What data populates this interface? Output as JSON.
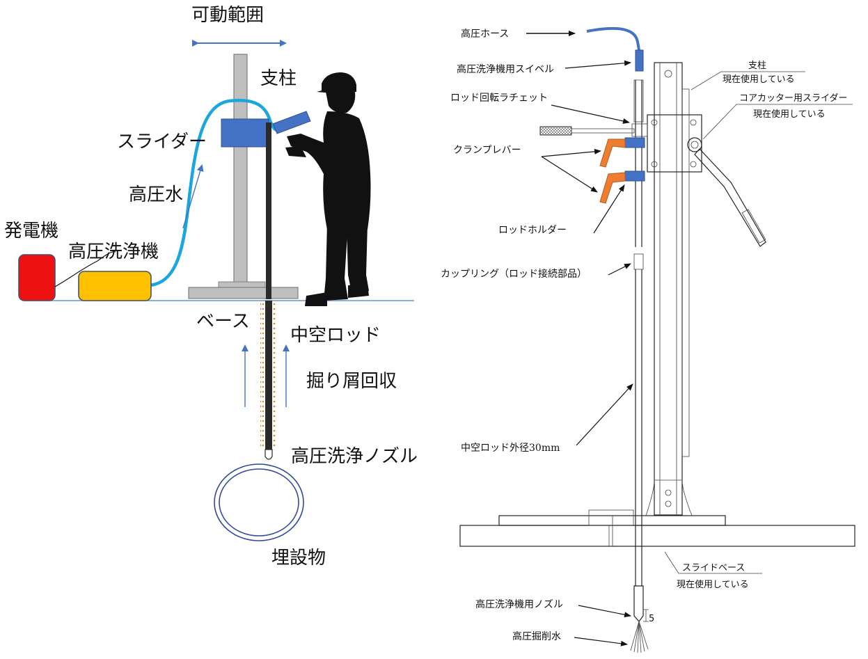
{
  "left_diagram": {
    "labels": {
      "range": "可動範囲",
      "pillar": "支柱",
      "slider": "スライダー",
      "water": "高圧水",
      "generator": "発電機",
      "washer": "高圧洗浄機",
      "base": "ベース",
      "rod": "中空ロッド",
      "debris": "掘り屑回収",
      "nozzle": "高圧洗浄ノズル",
      "buried": "埋設物"
    },
    "colors": {
      "generator": "#ee1111",
      "washer": "#ffc000",
      "hose": "#1aa7e0",
      "slider": "#4472c4",
      "pillar": "#bfbfbf",
      "arrow": "#4472c4",
      "dots": "#c8902a"
    }
  },
  "right_diagram": {
    "labels": {
      "hose": "高圧ホース",
      "swivel": "高圧洗浄機用スイベル",
      "ratchet": "ロッド回転ラチェット",
      "clamp": "クランプレバー",
      "holder": "ロッドホルダー",
      "coupling": "カップリング（ロッド接続部品）",
      "rod_diameter": "中空ロッド外径30mm",
      "nozzle": "高圧洗浄機用ノズル",
      "jet": "高圧掘削水",
      "pillar": "支柱",
      "pillar_note": "現在使用している",
      "slider": "コアカッター用スライダー",
      "slider_note": "現在使用している",
      "base": "スライドベース",
      "base_note": "現在使用している",
      "dim": "5"
    },
    "colors": {
      "hose": "#4472c4",
      "clamp": "#ed7d31",
      "holder": "#4472c4"
    }
  }
}
